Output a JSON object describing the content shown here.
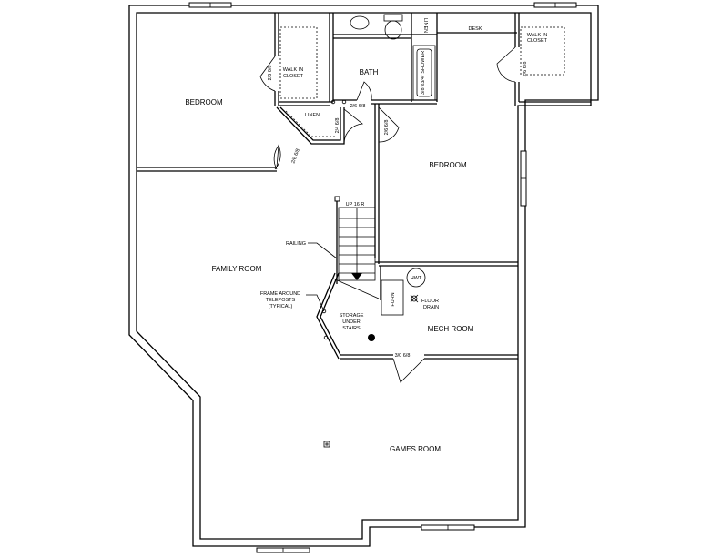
{
  "rooms": {
    "bedroom_left": "BEDROOM",
    "bedroom_right": "BEDROOM",
    "bath": "BATH",
    "family_room": "FAMILY ROOM",
    "mech_room": "MECH ROOM",
    "games_room": "GAMES ROOM"
  },
  "labels": {
    "walk_in_closet_left_1": "WALK IN",
    "walk_in_closet_left_2": "CLOSET",
    "walk_in_closet_right_1": "WALK IN",
    "walk_in_closet_right_2": "CLOSET",
    "desk": "DESK",
    "linen_bath": "LINEN",
    "linen_hall": "LINEN",
    "shower": "3/8\"x3/4\" SHOWER",
    "up_stairs": "UP 16 R",
    "railing": "RAILING",
    "frame_1": "FRAME AROUND",
    "frame_2": "TELEPOSTS",
    "frame_3": "(TYPICAL)",
    "storage_1": "STORAGE",
    "storage_2": "UNDER",
    "storage_3": "STAIRS",
    "hwt": "HWT",
    "furn": "FURN",
    "floor_drain_1": "FLOOR",
    "floor_drain_2": "DRAIN"
  },
  "doors": {
    "closet_left": "2/6 6/8",
    "bedroom_left": "2/6 6/8",
    "linen_hall": "2/4 6/8",
    "bath": "2/6 6/8",
    "bedroom_right": "2/6 6/8",
    "closet_right": "2/6 6/8",
    "mech": "3/0 6/8"
  }
}
